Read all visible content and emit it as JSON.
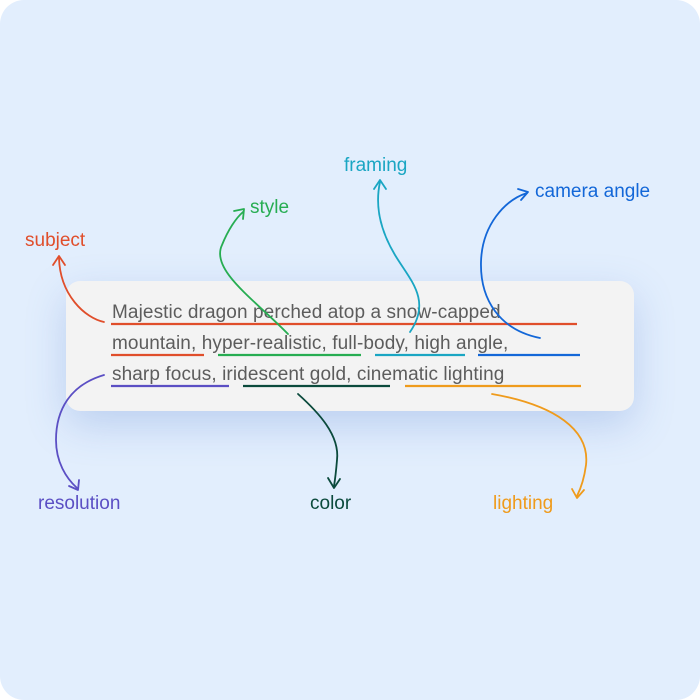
{
  "colors": {
    "background": "#e2eefd",
    "card": "#f3f3f3",
    "text": "#5c5c5c",
    "subject": "#e04e2b",
    "style": "#27ad52",
    "framing": "#1aa6c3",
    "camera_angle": "#1367d8",
    "resolution": "#5b4fc4",
    "color": "#0b4a3c",
    "lighting": "#ef9b1c"
  },
  "prompt": {
    "line1": {
      "text": "Majestic dragon perched atop a snow-capped"
    },
    "line2": {
      "seg1": "mountain",
      "sep1": ", ",
      "seg2": "hyper-realistic",
      "sep2": ", ",
      "seg3": "full-body",
      "sep3": ", ",
      "seg4": "high angle",
      "sep4": ","
    },
    "line3": {
      "seg1": "sharp focus",
      "sep1": ", ",
      "seg2": "iridescent gold",
      "sep2": ", ",
      "seg3": "cinematic lighting"
    }
  },
  "labels": {
    "subject": "subject",
    "style": "style",
    "framing": "framing",
    "camera_angle": "camera angle",
    "resolution": "resolution",
    "color": "color",
    "lighting": "lighting"
  }
}
